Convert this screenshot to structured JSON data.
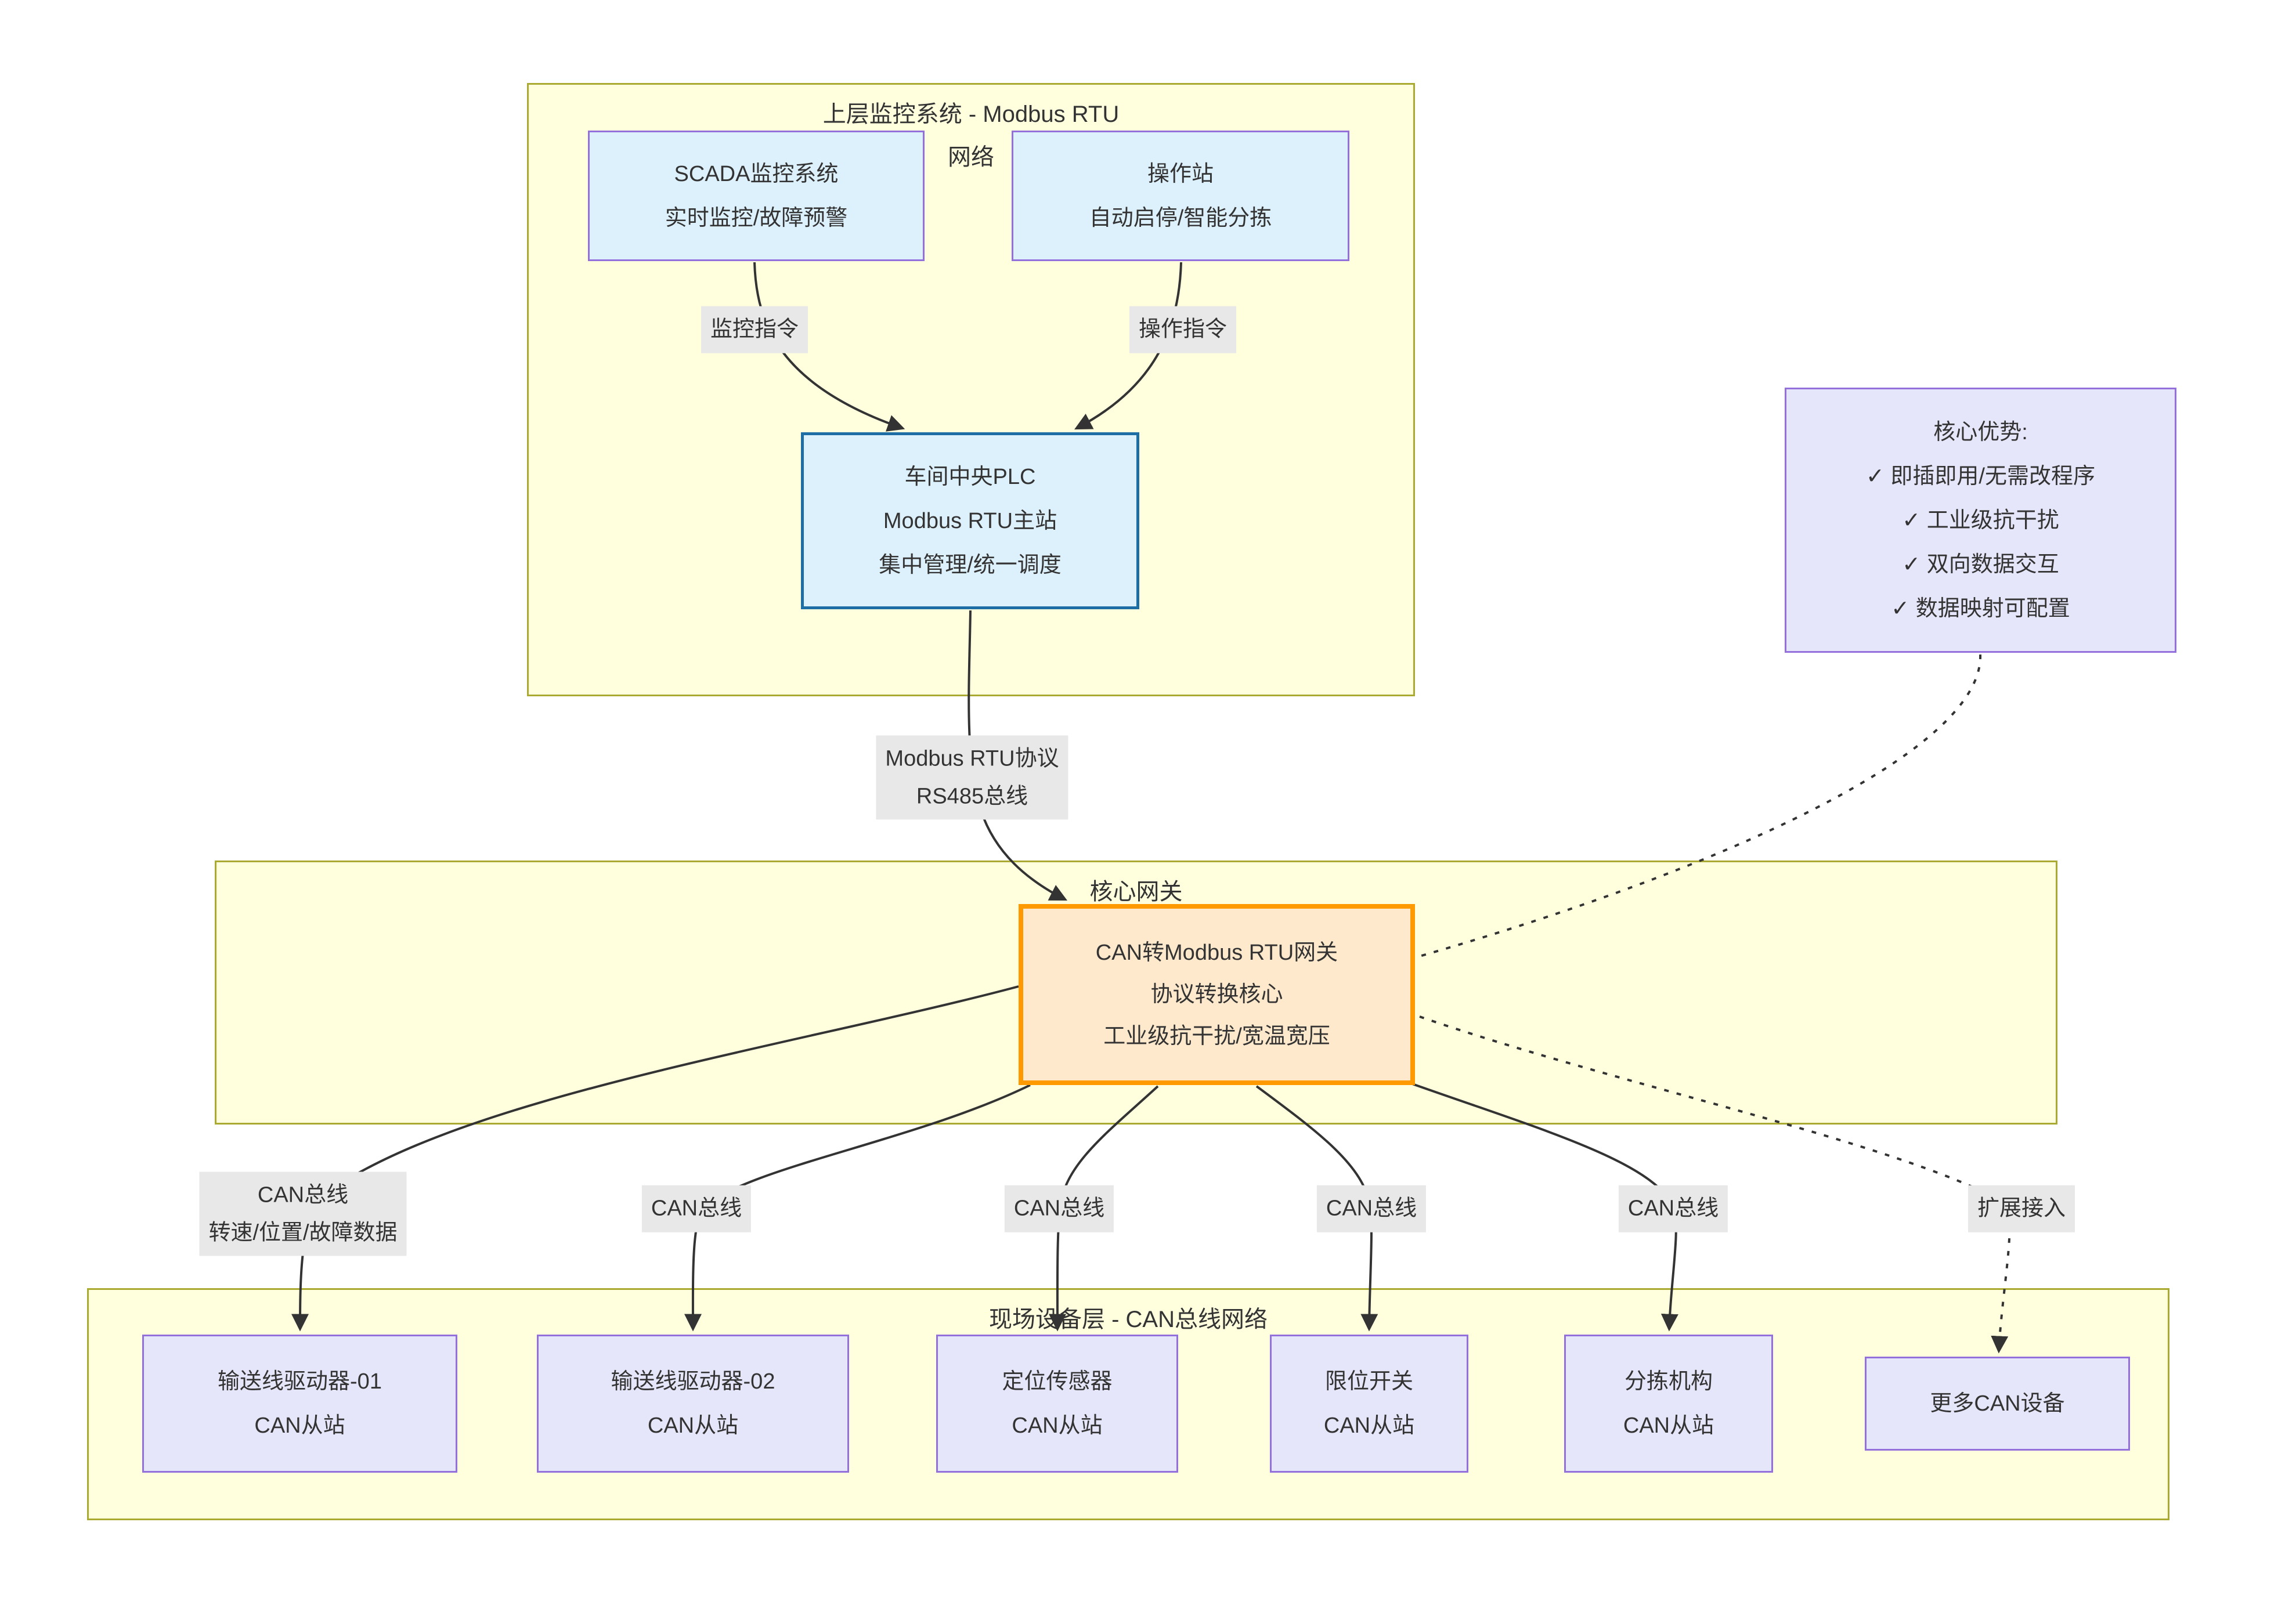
{
  "diagram": {
    "containers": {
      "upper": {
        "title_lines": [
          "上层监控系统 - Modbus RTU",
          "网络"
        ]
      },
      "gateway_layer": {
        "title": "核心网关"
      },
      "field_layer": {
        "title": "现场设备层 - CAN总线网络"
      }
    },
    "nodes": {
      "scada": {
        "lines": [
          "SCADA监控系统",
          "实时监控/故障预警"
        ]
      },
      "operator_station": {
        "lines": [
          "操作站",
          "自动启停/智能分拣"
        ]
      },
      "plc": {
        "lines": [
          "车间中央PLC",
          "Modbus RTU主站",
          "集中管理/统一调度"
        ]
      },
      "advantages": {
        "lines": [
          "核心优势:",
          "✓ 即插即用/无需改程序",
          "✓ 工业级抗干扰",
          "✓ 双向数据交互",
          "✓ 数据映射可配置"
        ]
      },
      "gateway": {
        "lines": [
          "CAN转Modbus RTU网关",
          "协议转换核心",
          "工业级抗干扰/宽温宽压"
        ]
      },
      "drive01": {
        "lines": [
          "输送线驱动器-01",
          "CAN从站"
        ]
      },
      "drive02": {
        "lines": [
          "输送线驱动器-02",
          "CAN从站"
        ]
      },
      "position_sensor": {
        "lines": [
          "定位传感器",
          "CAN从站"
        ]
      },
      "limit_switch": {
        "lines": [
          "限位开关",
          "CAN从站"
        ]
      },
      "sorter": {
        "lines": [
          "分拣机构",
          "CAN从站"
        ]
      },
      "more_can": {
        "lines": [
          "更多CAN设备"
        ]
      }
    },
    "edge_labels": {
      "monitor_cmd": "监控指令",
      "operate_cmd": "操作指令",
      "modbus_link_lines": [
        "Modbus RTU协议",
        "RS485总线"
      ],
      "can1_lines": [
        "CAN总线",
        "转速/位置/故障数据"
      ],
      "can2": "CAN总线",
      "can3": "CAN总线",
      "can4": "CAN总线",
      "can5": "CAN总线",
      "expand": "扩展接入"
    },
    "colors": {
      "container_fill": "#ffffde",
      "container_border": "#aaaa33",
      "blue_fill": "#ddf1fc",
      "purple_border": "#9370db",
      "lavender_fill": "#e6e6fa",
      "plc_border": "#1c6ea4",
      "gateway_border": "#ff9900",
      "gateway_fill": "#ffe9cc",
      "label_bg": "#e8e8e8",
      "edge_color": "#333333",
      "text_color": "#333333"
    }
  }
}
